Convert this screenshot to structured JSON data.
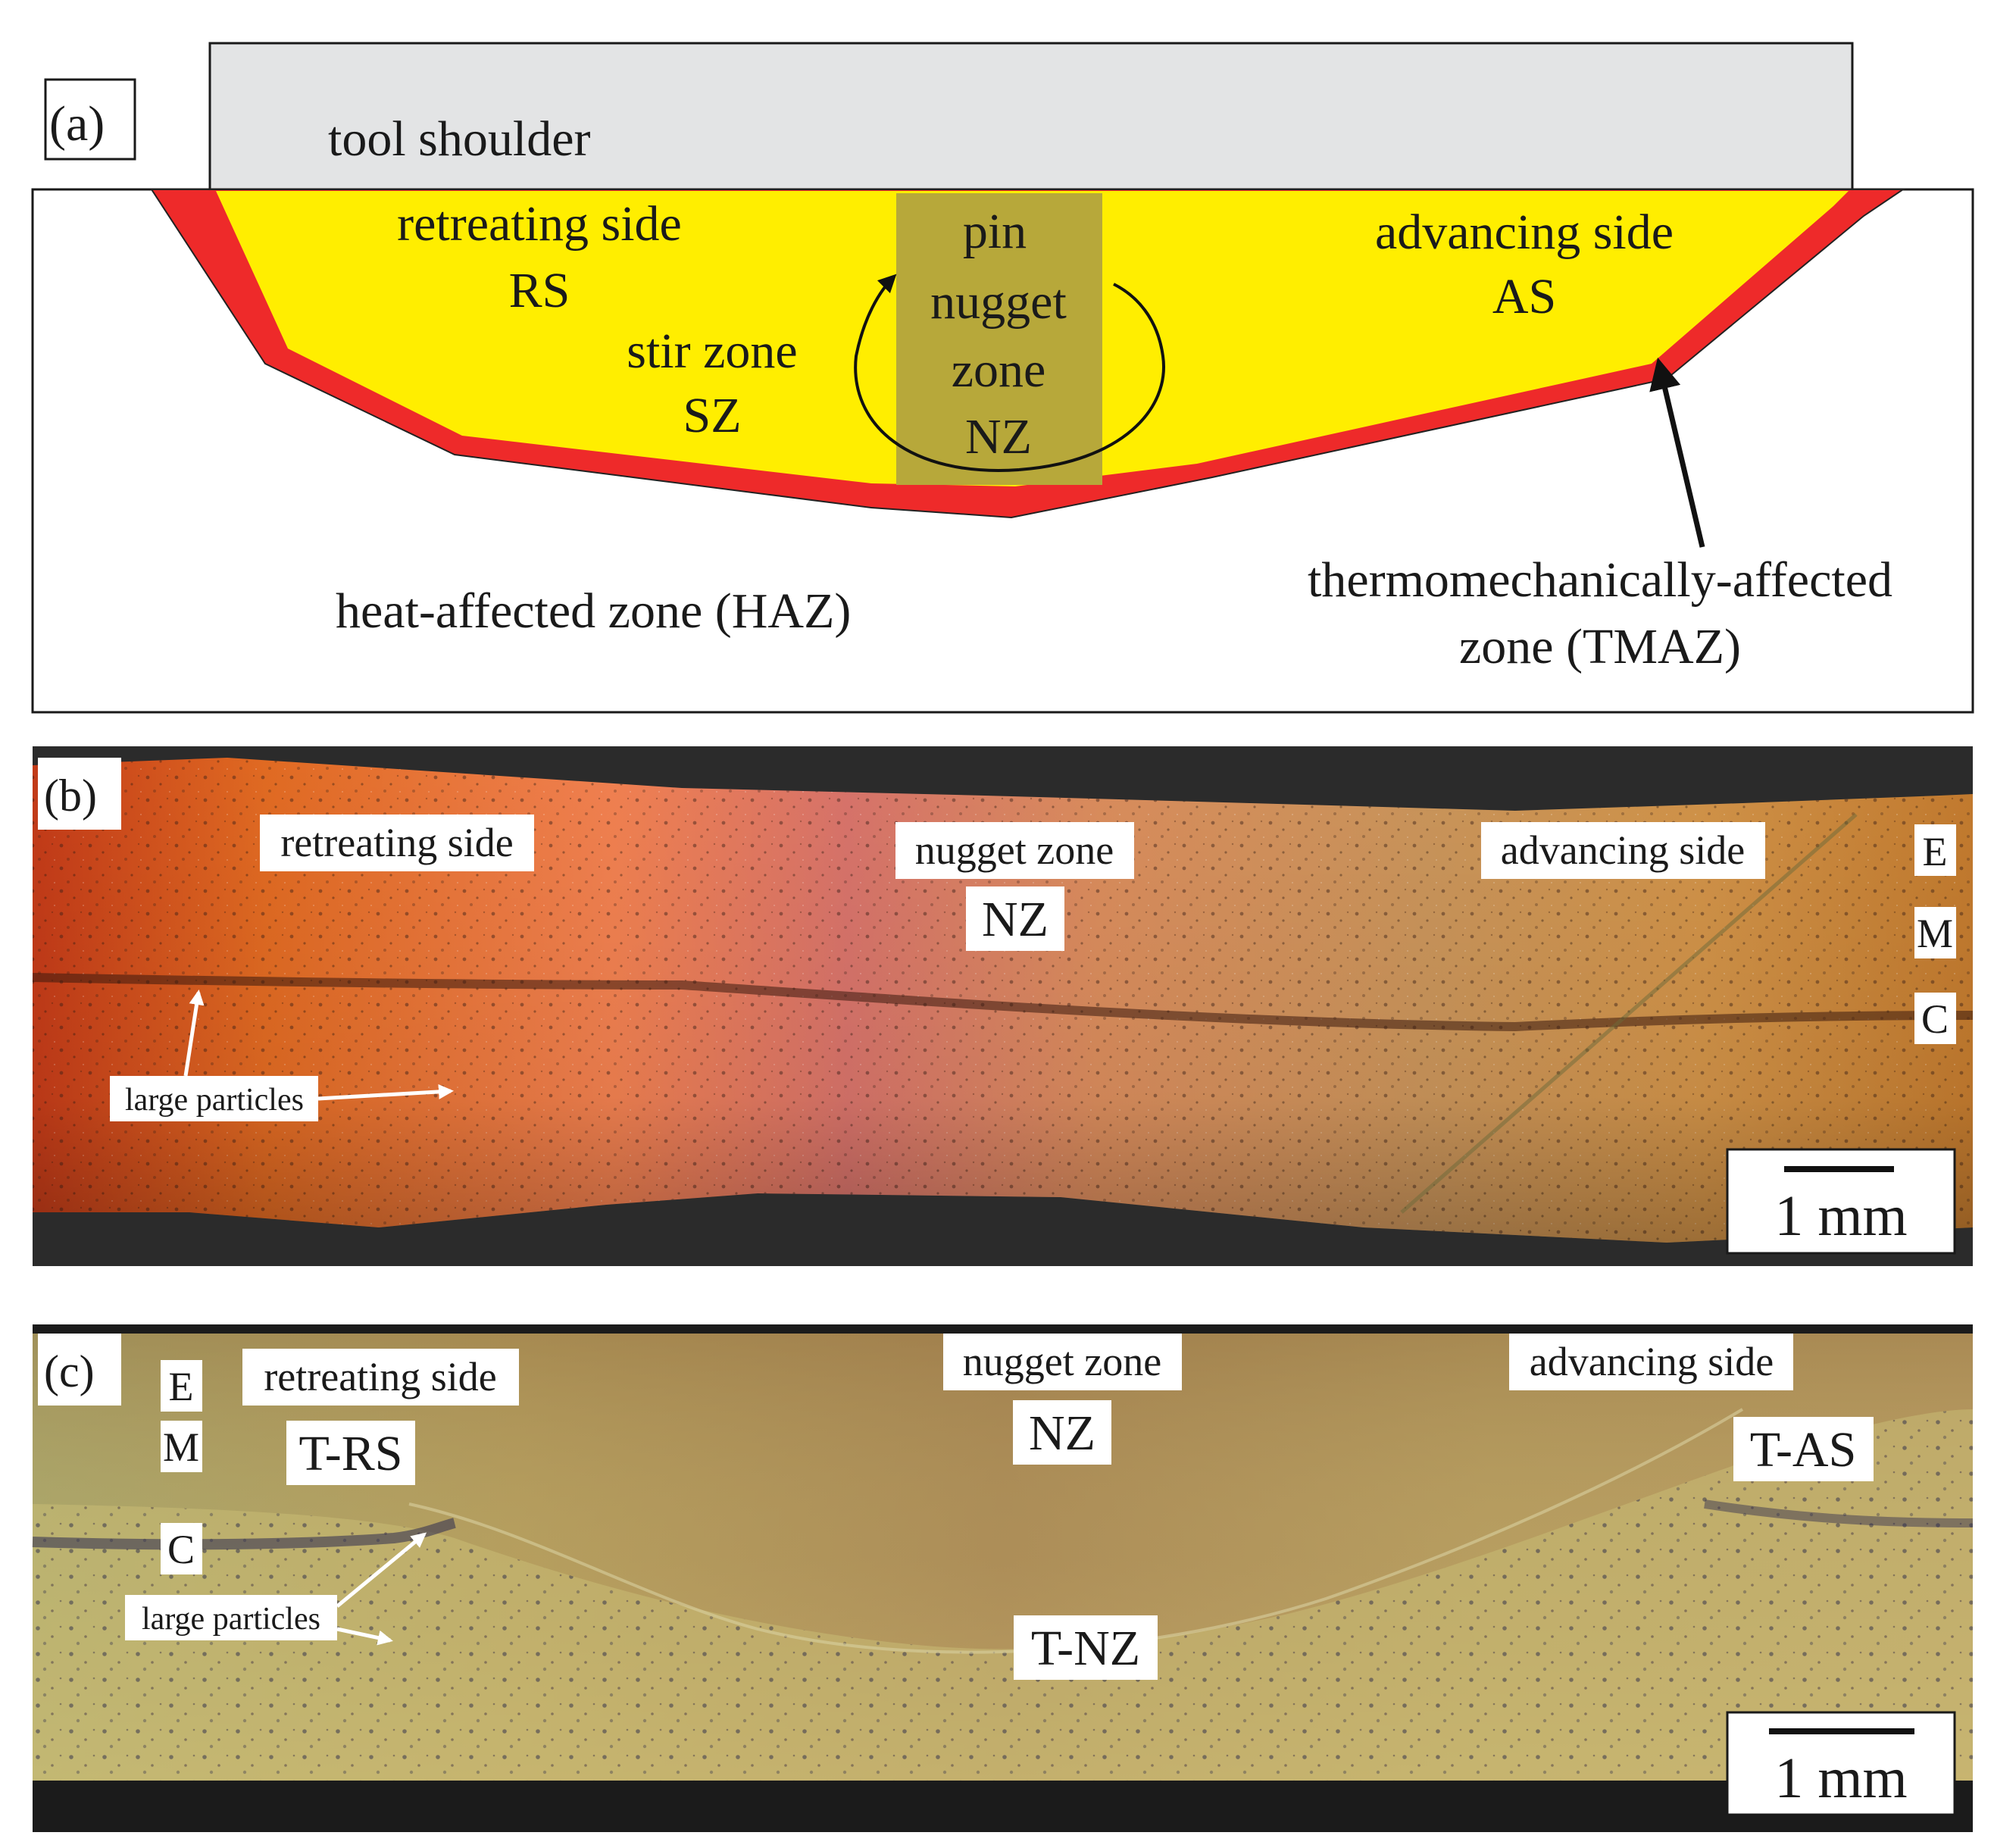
{
  "panel_a": {
    "label": "(a)",
    "tool_shoulder": "tool shoulder",
    "retreating_side": "retreating side",
    "rs": "RS",
    "stir_zone": "stir zone",
    "sz": "SZ",
    "pin": "pin",
    "nugget": "nugget",
    "zone": "zone",
    "nz": "NZ",
    "advancing_side": "advancing side",
    "as": "AS",
    "haz": "heat-affected zone (HAZ)",
    "tmaz_line1": "thermomechanically-affected",
    "tmaz_line2": "zone (TMAZ)"
  },
  "panel_b": {
    "label": "(b)",
    "retreating_side": "retreating side",
    "nugget_zone": "nugget zone",
    "nz": "NZ",
    "advancing_side": "advancing side",
    "e": "E",
    "m": "M",
    "c": "C",
    "large_particles": "large particles",
    "scale": "1 mm"
  },
  "panel_c": {
    "label": "(c)",
    "e": "E",
    "m": "M",
    "c": "C",
    "retreating_side": "retreating side",
    "t_rs": "T-RS",
    "nugget_zone": "nugget zone",
    "nz": "NZ",
    "advancing_side": "advancing side",
    "t_as": "T-AS",
    "large_particles": "large particles",
    "t_nz": "T-NZ",
    "scale": "1 mm"
  },
  "colors": {
    "shoulder": "#e3e4e5",
    "stir_zone": "#ffee00",
    "tmaz": "#ee2a2a",
    "pin": "#b7a83a"
  }
}
